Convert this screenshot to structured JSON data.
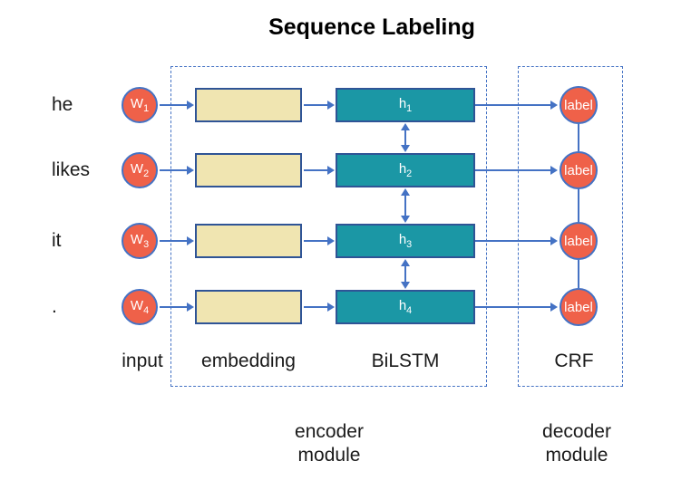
{
  "title": "Sequence Labeling",
  "colors": {
    "accent-blue": "#4472C4",
    "box-border": "#2F5496",
    "embedding-fill": "#F0E5B1",
    "hidden-fill": "#1B97A5",
    "node-fill": "#EF6149",
    "text-dark": "#1A1A1A",
    "text-light": "#FFFFFF"
  },
  "rows": [
    {
      "word": "he",
      "input_base": "W",
      "input_sub": "1",
      "hidden_base": "h",
      "hidden_sub": "1",
      "output_label": "label"
    },
    {
      "word": "likes",
      "input_base": "W",
      "input_sub": "2",
      "hidden_base": "h",
      "hidden_sub": "2",
      "output_label": "label"
    },
    {
      "word": "it",
      "input_base": "W",
      "input_sub": "3",
      "hidden_base": "h",
      "hidden_sub": "3",
      "output_label": "label"
    },
    {
      "word": ".",
      "input_base": "W",
      "input_sub": "4",
      "hidden_base": "h",
      "hidden_sub": "4",
      "output_label": "label"
    }
  ],
  "column_labels": {
    "input": "input",
    "embedding": "embedding",
    "bilstm": "BiLSTM",
    "crf": "CRF"
  },
  "module_labels": {
    "encoder_line1": "encoder",
    "encoder_line2": "module",
    "decoder_line1": "decoder",
    "decoder_line2": "module"
  }
}
